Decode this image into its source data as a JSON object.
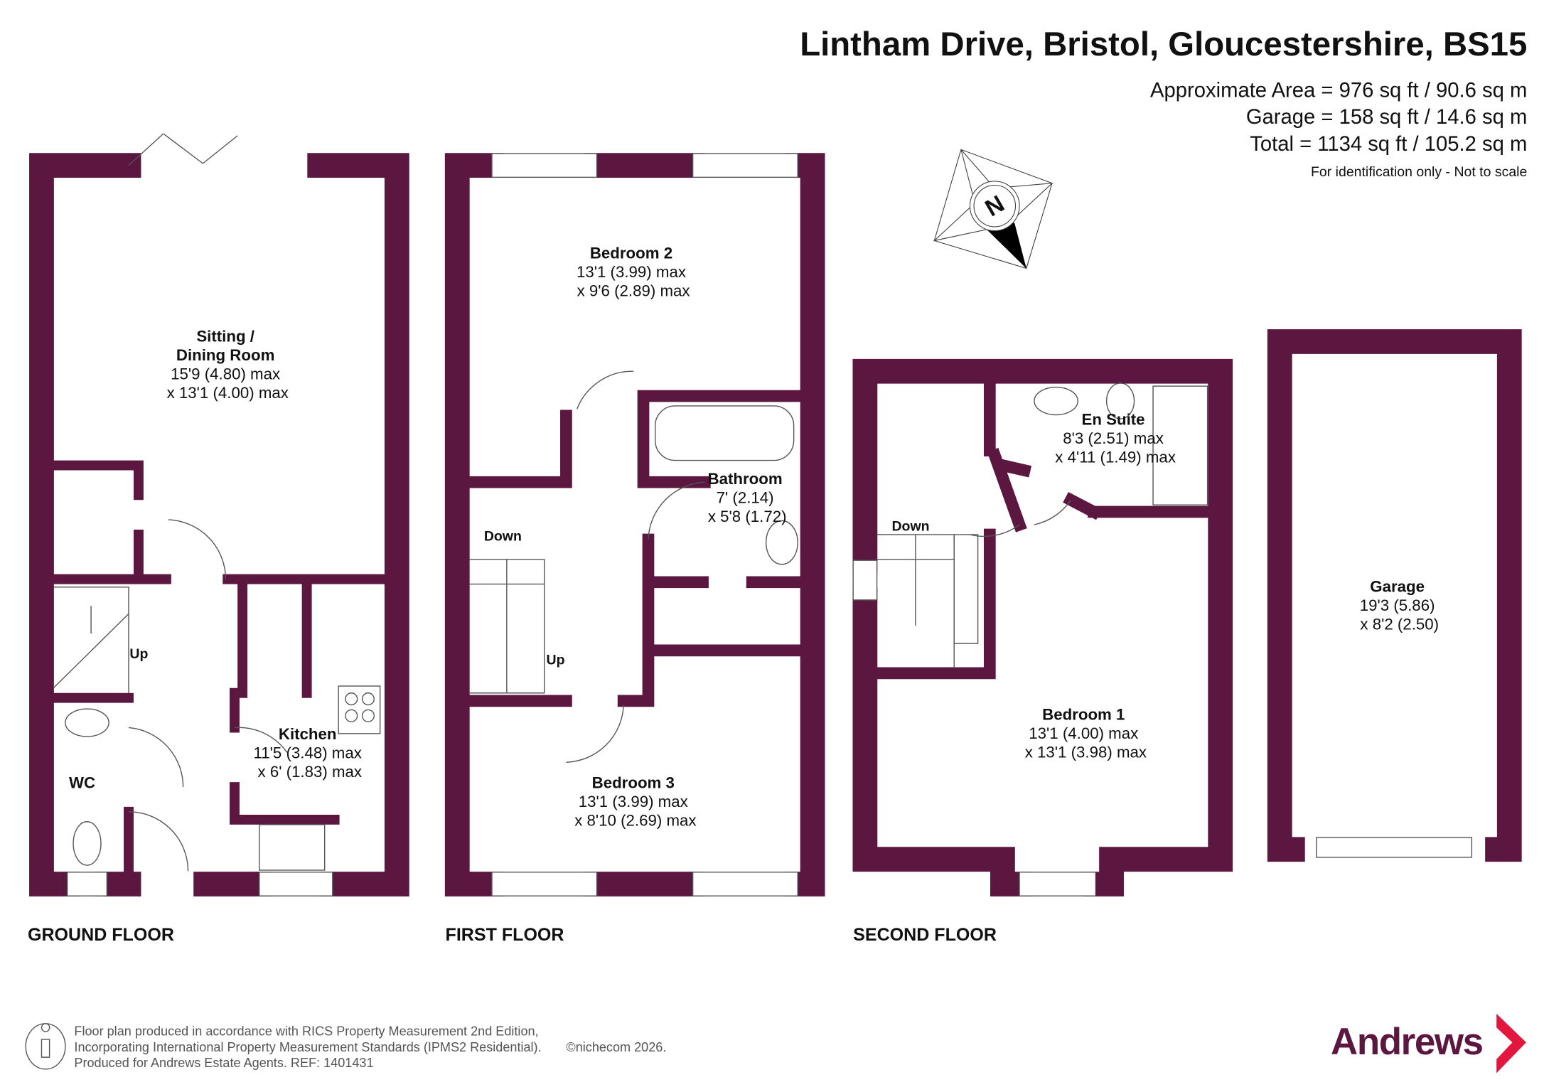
{
  "header": {
    "title": "Lintham Drive, Bristol, Gloucestershire, BS15",
    "approx_area": "Approximate Area = 976 sq ft / 90.6 sq m",
    "garage_area": "Garage = 158 sq ft / 14.6 sq m",
    "total_area": "Total = 1134 sq ft / 105.2 sq m",
    "disclaimer": "For identification only - Not to scale"
  },
  "compass": {
    "label": "N"
  },
  "floors": {
    "ground": {
      "label": "GROUND FLOOR",
      "rooms": [
        {
          "name": "Sitting /",
          "name2": "Dining Room",
          "dim1": "15'9 (4.80) max",
          "dim2": "x 13'1 (4.00) max"
        },
        {
          "name": "Kitchen",
          "dim1": "11'5 (3.48) max",
          "dim2": "x 6' (1.83) max"
        },
        {
          "name": "WC"
        }
      ],
      "stairs_label": "Up"
    },
    "first": {
      "label": "FIRST FLOOR",
      "rooms": [
        {
          "name": "Bedroom 2",
          "dim1": "13'1 (3.99) max",
          "dim2": "x 9'6 (2.89) max"
        },
        {
          "name": "Bathroom",
          "dim1": "7' (2.14)",
          "dim2": "x 5'8 (1.72)"
        },
        {
          "name": "Bedroom 3",
          "dim1": "13'1 (3.99) max",
          "dim2": "x 8'10 (2.69) max"
        }
      ],
      "stairs_down": "Down",
      "stairs_up": "Up"
    },
    "second": {
      "label": "SECOND FLOOR",
      "rooms": [
        {
          "name": "En Suite",
          "dim1": "8'3 (2.51) max",
          "dim2": "x 4'11 (1.49) max"
        },
        {
          "name": "Bedroom 1",
          "dim1": "13'1 (4.00) max",
          "dim2": "x 13'1 (3.98) max"
        }
      ],
      "stairs_down": "Down"
    },
    "garage": {
      "rooms": [
        {
          "name": "Garage",
          "dim1": "19'3 (5.86)",
          "dim2": "x 8'2 (2.50)"
        }
      ]
    }
  },
  "footer": {
    "line1": "Floor plan produced in accordance with RICS Property Measurement 2nd Edition,",
    "line2": "Incorporating International Property Measurement Standards (IPMS2 Residential).",
    "copyright": "©nichecom 2026.",
    "line3": "Produced for Andrews Estate Agents.   REF: 1401431",
    "brand": "Andrews"
  },
  "colors": {
    "wall": "#5c1740",
    "brand": "#5c1740",
    "brand_arrow": "#e3173e"
  }
}
